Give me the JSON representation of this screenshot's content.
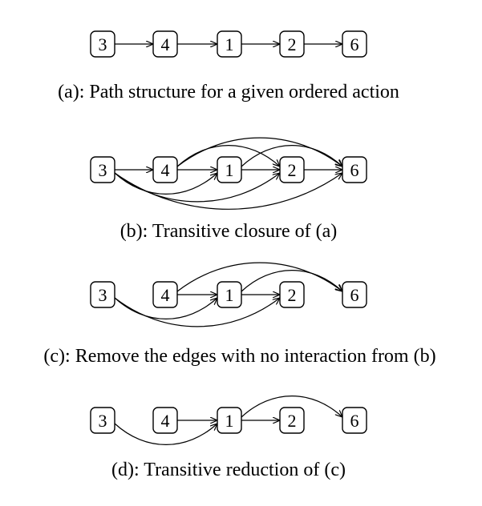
{
  "node_labels": {
    "n3": "3",
    "n4": "4",
    "n1": "1",
    "n2": "2",
    "n6": "6"
  },
  "panels": [
    {
      "caption": "(a): Path structure for a given ordered action",
      "edges": [
        {
          "from": "n3",
          "to": "n4"
        },
        {
          "from": "n4",
          "to": "n1"
        },
        {
          "from": "n1",
          "to": "n2"
        },
        {
          "from": "n2",
          "to": "n6"
        }
      ]
    },
    {
      "caption": "(b): Transitive closure of (a)",
      "edges": [
        {
          "from": "n3",
          "to": "n4"
        },
        {
          "from": "n4",
          "to": "n1"
        },
        {
          "from": "n1",
          "to": "n2"
        },
        {
          "from": "n2",
          "to": "n6"
        },
        {
          "from": "n4",
          "to": "n2"
        },
        {
          "from": "n1",
          "to": "n6"
        },
        {
          "from": "n4",
          "to": "n6"
        },
        {
          "from": "n3",
          "to": "n1"
        },
        {
          "from": "n3",
          "to": "n2"
        },
        {
          "from": "n3",
          "to": "n6"
        }
      ]
    },
    {
      "caption": "(c): Remove the edges with no interaction from (b)",
      "edges": [
        {
          "from": "n4",
          "to": "n1"
        },
        {
          "from": "n1",
          "to": "n2"
        },
        {
          "from": "n1",
          "to": "n6"
        },
        {
          "from": "n4",
          "to": "n6"
        },
        {
          "from": "n3",
          "to": "n1"
        },
        {
          "from": "n3",
          "to": "n2"
        }
      ]
    },
    {
      "caption": "(d): Transitive reduction of (c)",
      "edges": [
        {
          "from": "n4",
          "to": "n1"
        },
        {
          "from": "n1",
          "to": "n2"
        },
        {
          "from": "n1",
          "to": "n6"
        },
        {
          "from": "n3",
          "to": "n1"
        }
      ]
    }
  ]
}
